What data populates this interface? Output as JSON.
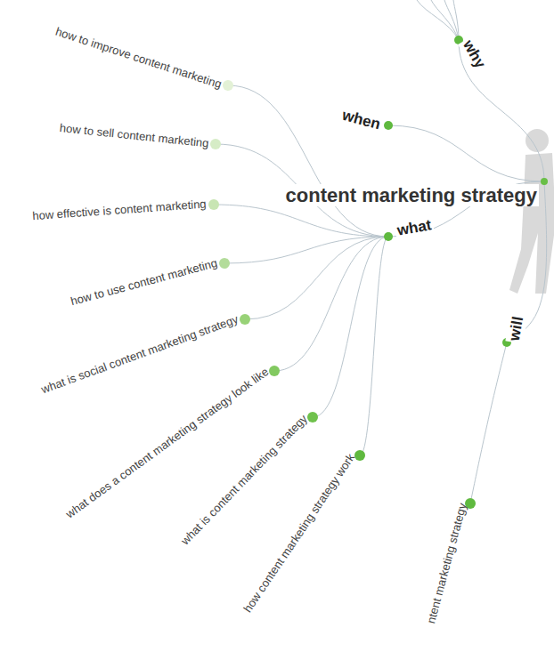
{
  "diagram": {
    "nodes": [
      {
        "text": [
          "content marketing strategy"
        ]
      },
      {
        "text": [
          "why"
        ]
      },
      {
        "text": [
          "when"
        ]
      },
      {
        "text": [
          "what"
        ]
      },
      {
        "text": [
          "will"
        ]
      },
      {
        "text": [
          "how to improve content marketing"
        ]
      },
      {
        "text": [
          "how to sell content marketing"
        ]
      },
      {
        "text": [
          "how effective is content marketing"
        ]
      },
      {
        "text": [
          "how to use content marketing"
        ]
      },
      {
        "text": [
          "what is social content marketing strategy"
        ]
      },
      {
        "text": [
          "what does a content marketing strategy look like"
        ]
      },
      {
        "text": [
          "what is content marketing strategy"
        ]
      },
      {
        "text": [
          "how content marketing strategy work"
        ]
      },
      {
        "text": [
          "ntent marketing strategy"
        ]
      }
    ],
    "edges": [
      {
        "from": 0,
        "to": 1,
        "arrow": "none"
      },
      {
        "from": 0,
        "to": 2,
        "arrow": "none"
      },
      {
        "from": 0,
        "to": 3,
        "arrow": "none"
      },
      {
        "from": 0,
        "to": 4,
        "arrow": "none"
      },
      {
        "from": 3,
        "to": 5,
        "arrow": "none"
      },
      {
        "from": 3,
        "to": 6,
        "arrow": "none"
      },
      {
        "from": 3,
        "to": 7,
        "arrow": "none"
      },
      {
        "from": 3,
        "to": 8,
        "arrow": "none"
      },
      {
        "from": 3,
        "to": 9,
        "arrow": "none"
      },
      {
        "from": 3,
        "to": 10,
        "arrow": "none"
      },
      {
        "from": 3,
        "to": 11,
        "arrow": "none"
      },
      {
        "from": 3,
        "to": 12,
        "arrow": "none"
      },
      {
        "from": 4,
        "to": 13,
        "arrow": "none"
      }
    ]
  }
}
